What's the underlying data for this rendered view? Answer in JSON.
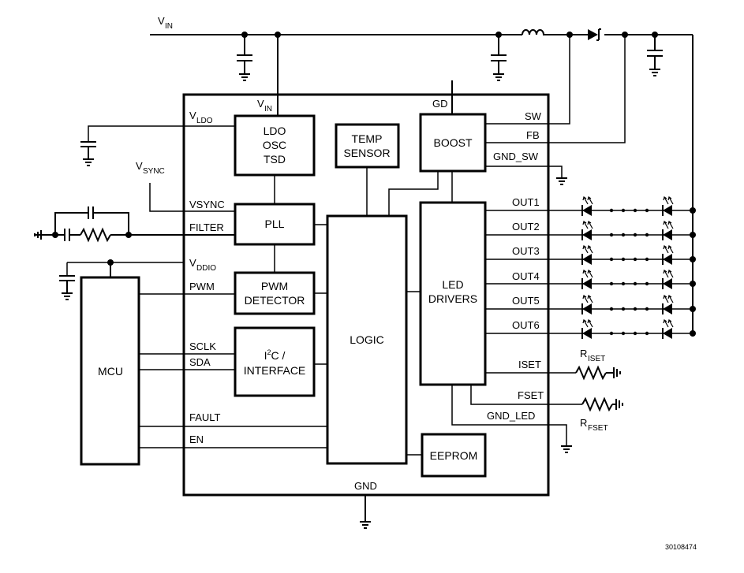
{
  "diagram": {
    "figure_code": "30108474",
    "supply": {
      "vin_main": "V",
      "vin_sub": "IN",
      "vin_pin_main": "V",
      "vin_pin_sub": "IN"
    },
    "blocks": {
      "ldo": [
        "LDO",
        "OSC",
        "TSD"
      ],
      "temp": [
        "TEMP",
        "SENSOR"
      ],
      "boost": "BOOST",
      "pll": "PLL",
      "pwm_detector": [
        "PWM",
        "DETECTOR"
      ],
      "i2c": {
        "line1_main": "I",
        "line1_sup": "2",
        "line1_rest": "C /",
        "line2": "INTERFACE"
      },
      "logic": "LOGIC",
      "led_drivers": [
        "LED",
        "DRIVERS"
      ],
      "eeprom": "EEPROM",
      "mcu": "MCU"
    },
    "pins_left": {
      "vldo_main": "V",
      "vldo_sub": "LDO",
      "vsync": "VSYNC",
      "filter": "FILTER",
      "vddio_main": "V",
      "vddio_sub": "DDIO",
      "pwm": "PWM",
      "sclk": "SCLK",
      "sda": "SDA",
      "fault": "FAULT",
      "en": "EN"
    },
    "pins_top": {
      "gd": "GD"
    },
    "pins_right": {
      "sw": "SW",
      "fb": "FB",
      "gnd_sw": "GND_SW",
      "outs": [
        "OUT1",
        "OUT2",
        "OUT3",
        "OUT4",
        "OUT5",
        "OUT6"
      ],
      "iset": "ISET",
      "fset": "FSET",
      "gnd_led": "GND_LED"
    },
    "pins_bottom": {
      "gnd": "GND"
    },
    "external": {
      "vsync_main": "V",
      "vsync_sub": "SYNC",
      "riset_main": "R",
      "riset_sub": "ISET",
      "rfset_main": "R",
      "rfset_sub": "FSET"
    }
  }
}
